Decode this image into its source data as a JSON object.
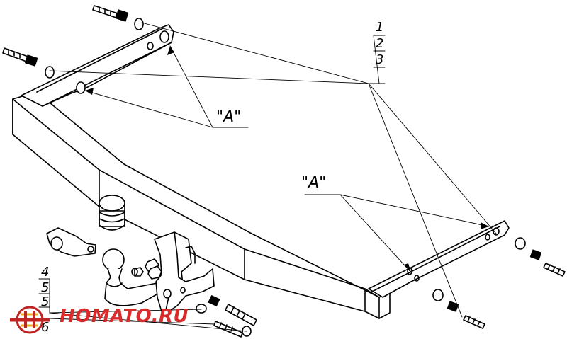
{
  "callouts": {
    "a_top": "\"A\"",
    "a_right": "\"A\""
  },
  "part_numbers": {
    "top_right": [
      "1",
      "2",
      "3"
    ],
    "bottom_left": [
      "4",
      "5",
      "5",
      "6"
    ]
  },
  "logo": {
    "text": "HOMATO.RU",
    "brand_color": "#d92b2b"
  }
}
